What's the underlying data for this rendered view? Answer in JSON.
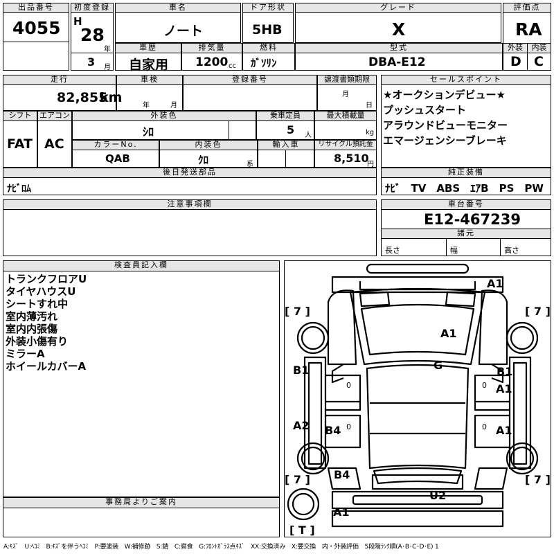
{
  "labels": {
    "lot_no": "出品番号",
    "first_reg": "初度登録",
    "car_name": "車名",
    "door": "ドア形状",
    "grade": "グレード",
    "score": "評価点",
    "reki": "車歴",
    "displacement": "排気量",
    "fuel": "燃料",
    "model": "型式",
    "exterior": "外装",
    "interior": "内装",
    "mileage": "走行",
    "shaken": "車検",
    "reg_no": "登録番号",
    "transfer": "譲渡書類期限",
    "selling_points": "セールスポイント",
    "shift": "シフト",
    "aircon": "エアコン",
    "ext_color": "外装色",
    "capacity": "乗車定員",
    "max_load": "最大積載量",
    "color_no": "カラーNo.",
    "int_color": "内装色",
    "import": "輸入車",
    "recycle": "リサイクル預託金",
    "later_parts": "後日発送部品",
    "genuine": "純正装備",
    "notes": "注意事項欄",
    "chassis_no": "車台番号",
    "specs": "諸元",
    "length": "長さ",
    "width": "幅",
    "height": "高さ",
    "inspector": "検査員記入欄",
    "office": "事務局よりご案内",
    "year_unit": "年",
    "month_unit": "月",
    "day_unit": "日",
    "cc_unit": "cc",
    "persons_unit": "人",
    "kg_unit": "kg",
    "yen_unit": "円",
    "kei_unit": "系",
    "era": "H"
  },
  "values": {
    "lot_no": "4055",
    "first_reg_year": "28",
    "first_reg_month": "3",
    "car_name": "ノート",
    "door": "5HB",
    "grade": "X",
    "score": "RA",
    "reki": "自家用",
    "displacement": "1200",
    "fuel": "ｶﾞｿﾘﾝ",
    "model": "DBA-E12",
    "exterior": "D",
    "interior": "C",
    "mileage": "82,855",
    "mileage_unit": "km",
    "shift": "FAT",
    "aircon": "AC",
    "ext_color": "ｼﾛ",
    "capacity": "5",
    "color_no": "QAB",
    "int_color": "ｸﾛ",
    "recycle": "8,510",
    "later_parts": "ﾅﾋﾞﾛﾑ",
    "genuine": "ﾅﾋﾞ　TV　ABS　ｴｱB　PS　PW",
    "chassis_no": "E12-467239"
  },
  "selling_points": [
    "★オークションデビュー★",
    "プッシュスタート",
    "アラウンドビューモニター",
    "エマージェンシーブレーキ"
  ],
  "inspector_notes": [
    "トランクフロアU",
    "タイヤハウスU",
    "シートすれ中",
    "室内薄汚れ",
    "室内内張傷",
    "外装小傷有り",
    "ミラーA",
    "ホイールカバーA"
  ],
  "diagram": {
    "marks": {
      "a1_top": "A1",
      "a1_roof": "A1",
      "g": "G",
      "b1_left": "B1",
      "b1_right": "B1",
      "a1_rd1": "A1",
      "a2": "A2",
      "b4_mid": "B4",
      "a1_rd2": "A1",
      "b4_low": "B4",
      "u2": "U2",
      "a1_bottom": "A1"
    },
    "tire_tl": "[ 7 ]",
    "tire_tr": "[ 7 ]",
    "tire_bl": "[ 7 ]",
    "tire_br": "[ 7 ]",
    "spare": "[ T ]",
    "zero_l1": "0",
    "zero_r1": "0",
    "zero_l2": "0",
    "zero_r2": "0"
  },
  "legend": "A:ｷｽﾞ　U:ﾍｺﾐ　B:ｷｽﾞを伴うﾍｺﾐ　P:要塗装　W:補修跡　S:錆　C:腐食　G:ﾌﾛﾝﾄｶﾞﾗｽ点ｷｽﾞ　XX:交換済み　X:要交換　内・外装評価　5段階ﾗﾝｸ順(A･B･C･D･E) 1"
}
